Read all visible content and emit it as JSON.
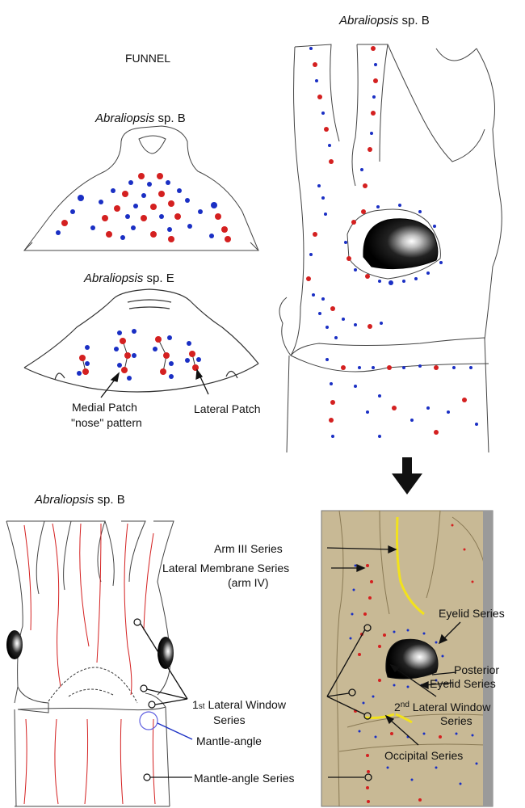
{
  "colors": {
    "red": "#d42020",
    "blue": "#1a2fc4",
    "yellow": "#f2e21c",
    "outline": "#444444",
    "photo_bg": "#c8b995"
  },
  "labels": {
    "funnel": "FUNNEL",
    "species_b": "Abraliopsis",
    "species_e": "Abraliopsis",
    "sp_b": " sp. B",
    "sp_e": " sp. E",
    "medial_patch_1": "Medial Patch",
    "medial_patch_2": "\"nose\" pattern",
    "lateral_patch": "Lateral Patch",
    "mantle_angle": "Mantle-angle",
    "mantle_angle_series": "Mantle-angle Series",
    "first_lateral_1": "1st Lateral Window",
    "first_lateral_sup": "st",
    "first_lateral_num": "1",
    "first_lateral_rest": " Lateral Window",
    "series": "Series",
    "arm3": "Arm III Series",
    "lat_membrane_1": "Lateral Membrane Series",
    "lat_membrane_2": "(arm IV)",
    "eyelid": "Eyelid Series",
    "posterior_1": "Posterior",
    "posterior_2": "Eyelid Series",
    "second_num": "2",
    "second_sup": "nd",
    "second_rest": " Lateral Window",
    "second_series": "Series",
    "occipital": "Occipital Series"
  }
}
